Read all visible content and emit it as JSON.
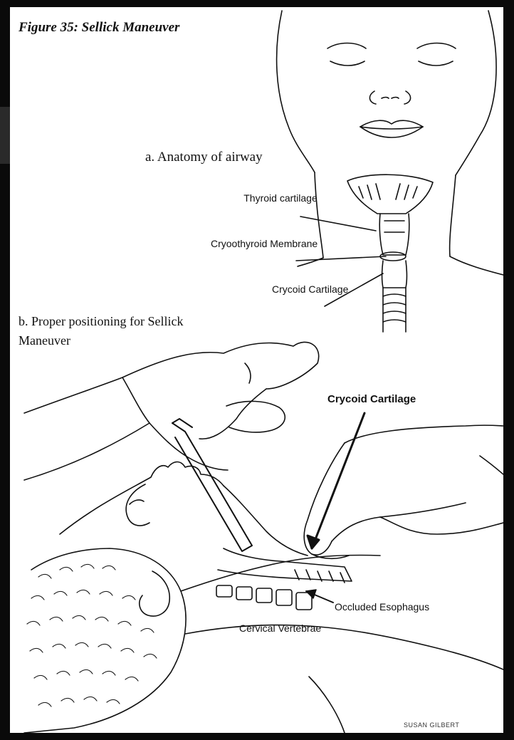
{
  "figure": {
    "title": "Figure 35: Sellick Maneuver",
    "panel_a": "a. Anatomy of airway",
    "panel_b": "b. Proper positioning for Sellick Maneuver"
  },
  "labels": {
    "thyroid": "Thyroid cartilage",
    "cricothyroid": "Cryoothyroid Membrane",
    "cricoid_a": "Crycoid Cartilage",
    "cricoid_b": "Crycoid Cartilage",
    "occluded": "Occluded Esophagus",
    "cervical": "Cervical Vertebrae"
  },
  "credit": "SUSAN GILBERT"
}
